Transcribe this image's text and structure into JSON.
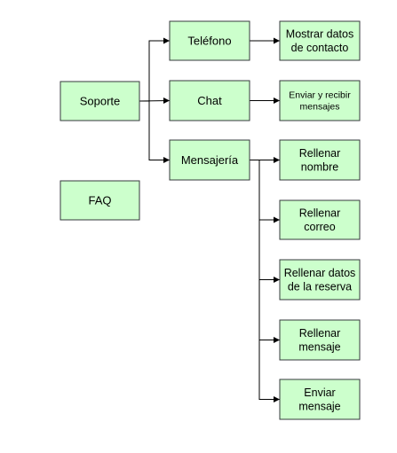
{
  "diagram": {
    "nodes": {
      "soporte": {
        "lines": [
          "Soporte"
        ]
      },
      "faq": {
        "lines": [
          "FAQ"
        ]
      },
      "telefono": {
        "lines": [
          "Teléfono"
        ]
      },
      "chat": {
        "lines": [
          "Chat"
        ]
      },
      "mensajeria": {
        "lines": [
          "Mensajería"
        ]
      },
      "mostrar_datos": {
        "lines": [
          "Mostrar datos",
          "de contacto"
        ]
      },
      "enviar_recibir": {
        "lines": [
          "Enviar y recibir",
          "mensajes"
        ]
      },
      "rellenar_nombre": {
        "lines": [
          "Rellenar",
          "nombre"
        ]
      },
      "rellenar_correo": {
        "lines": [
          "Rellenar",
          "correo"
        ]
      },
      "rellenar_reserva": {
        "lines": [
          "Rellenar datos",
          "de la reserva"
        ]
      },
      "rellenar_mensaje": {
        "lines": [
          "Rellenar",
          "mensaje"
        ]
      },
      "enviar_mensaje": {
        "lines": [
          "Enviar",
          "mensaje"
        ]
      }
    },
    "edges": [
      {
        "from": "soporte",
        "to": "telefono"
      },
      {
        "from": "soporte",
        "to": "chat"
      },
      {
        "from": "soporte",
        "to": "mensajeria"
      },
      {
        "from": "telefono",
        "to": "mostrar_datos"
      },
      {
        "from": "chat",
        "to": "enviar_recibir"
      },
      {
        "from": "mensajeria",
        "to": "rellenar_nombre"
      },
      {
        "from": "mensajeria",
        "to": "rellenar_correo"
      },
      {
        "from": "mensajeria",
        "to": "rellenar_reserva"
      },
      {
        "from": "mensajeria",
        "to": "rellenar_mensaje"
      },
      {
        "from": "mensajeria",
        "to": "enviar_mensaje"
      }
    ],
    "colors": {
      "node_fill": "#ccffcc",
      "node_stroke": "#36393d",
      "edge": "#000000"
    }
  }
}
